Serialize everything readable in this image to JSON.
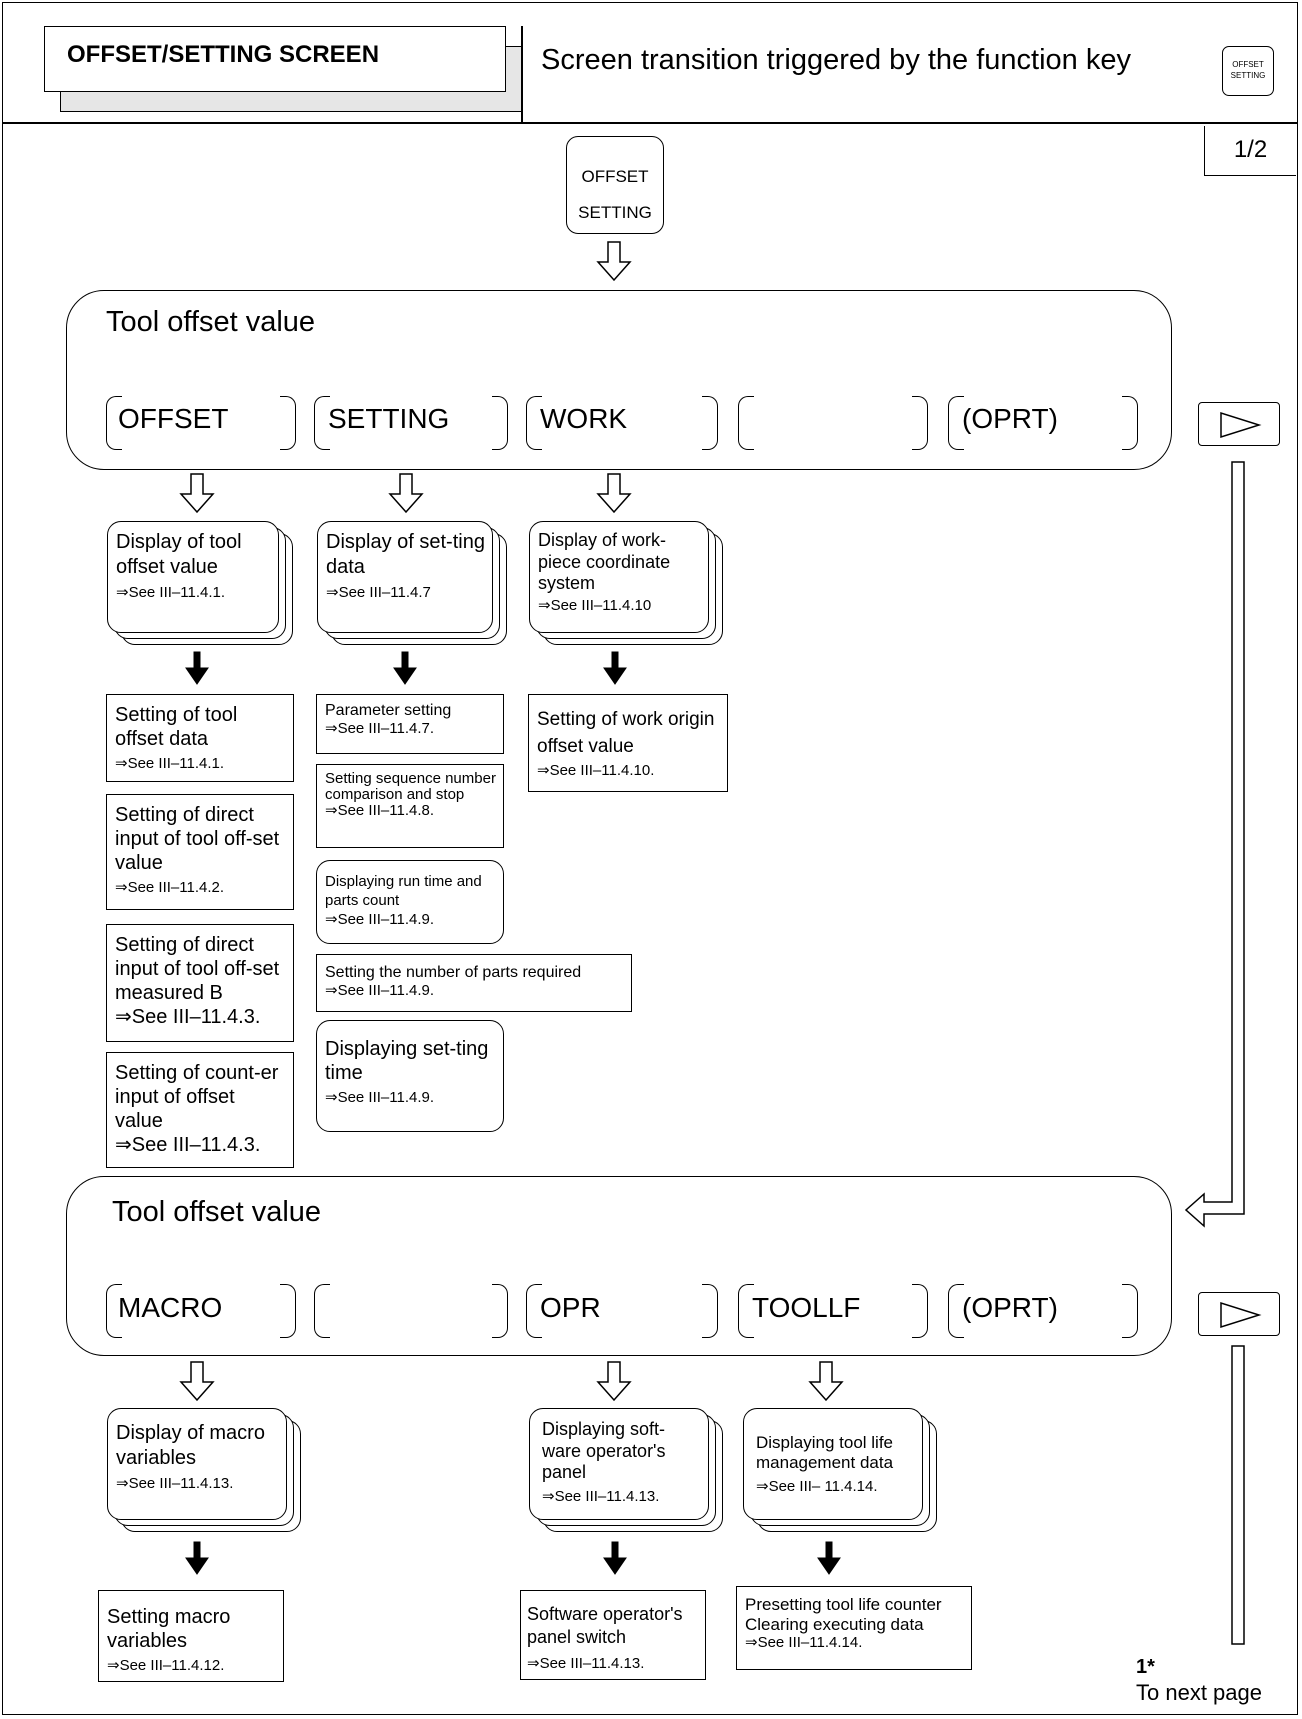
{
  "header": {
    "title": "OFFSET/SETTING SCREEN",
    "subtitle": "Screen transition triggered by the function key",
    "key_line1": "OFFSET",
    "key_line2": "SETTING"
  },
  "page_indicator": "1/2",
  "function_key": {
    "line1": "OFFSET",
    "line2": "SETTING"
  },
  "panel1": {
    "title": "Tool offset value",
    "softkeys": [
      "OFFSET",
      "SETTING",
      "WORK",
      "",
      "(OPRT)"
    ]
  },
  "panel2": {
    "title": "Tool offset value",
    "softkeys": [
      "MACRO",
      "",
      "OPR",
      "TOOLLF",
      "(OPRT)"
    ]
  },
  "col1": {
    "display": {
      "text": "Display of tool offset value",
      "ref": "⇒See III–11.4.1."
    },
    "items": [
      {
        "text": "Setting of tool offset data",
        "ref": "⇒See III–11.4.1."
      },
      {
        "text": "Setting of direct input of tool off-set value",
        "ref": "⇒See III–11.4.2."
      },
      {
        "text": "Setting of direct input of tool off-set measured B",
        "ref": "⇒See III–11.4.3."
      },
      {
        "text": "Setting of count-er input of offset value",
        "ref": "⇒See III–11.4.3."
      }
    ]
  },
  "col2": {
    "display": {
      "text": "Display of set-ting data",
      "ref": "⇒See III–11.4.7"
    },
    "items": [
      {
        "text": "Parameter setting",
        "ref": "⇒See III–11.4.7."
      },
      {
        "text": "Setting sequence number comparison and stop",
        "ref": "⇒See III–11.4.8."
      },
      {
        "text": "Displaying run time and parts count",
        "ref": "⇒See III–11.4.9."
      },
      {
        "text": "Setting the number of parts required",
        "ref": "⇒See III–11.4.9."
      },
      {
        "text": "Displaying set-ting time",
        "ref": "⇒See III–11.4.9."
      }
    ]
  },
  "col3": {
    "display": {
      "text": "Display of work-piece coordinate system",
      "ref": "⇒See III–11.4.10"
    },
    "items": [
      {
        "text": "Setting of work origin offset value",
        "ref": "⇒See III–11.4.10."
      }
    ]
  },
  "macro": {
    "display": {
      "text": "Display of macro variables",
      "ref": "⇒See III–11.4.13."
    },
    "item": {
      "text": "Setting macro variables",
      "ref": "⇒See III–11.4.12."
    }
  },
  "opr": {
    "display": {
      "text": "Displaying soft-ware operator's panel",
      "ref": "⇒See III–11.4.13."
    },
    "item": {
      "text": "Software operator's panel switch",
      "ref": "⇒See III–11.4.13."
    }
  },
  "toollf": {
    "display": {
      "text": "Displaying tool life management data",
      "ref": "⇒See III– 11.4.14."
    },
    "item": {
      "text": "Presetting tool life counter Clearing executing data",
      "ref": "⇒See III–11.4.14."
    }
  },
  "footer": {
    "mark": "1*",
    "text": "To next page"
  }
}
